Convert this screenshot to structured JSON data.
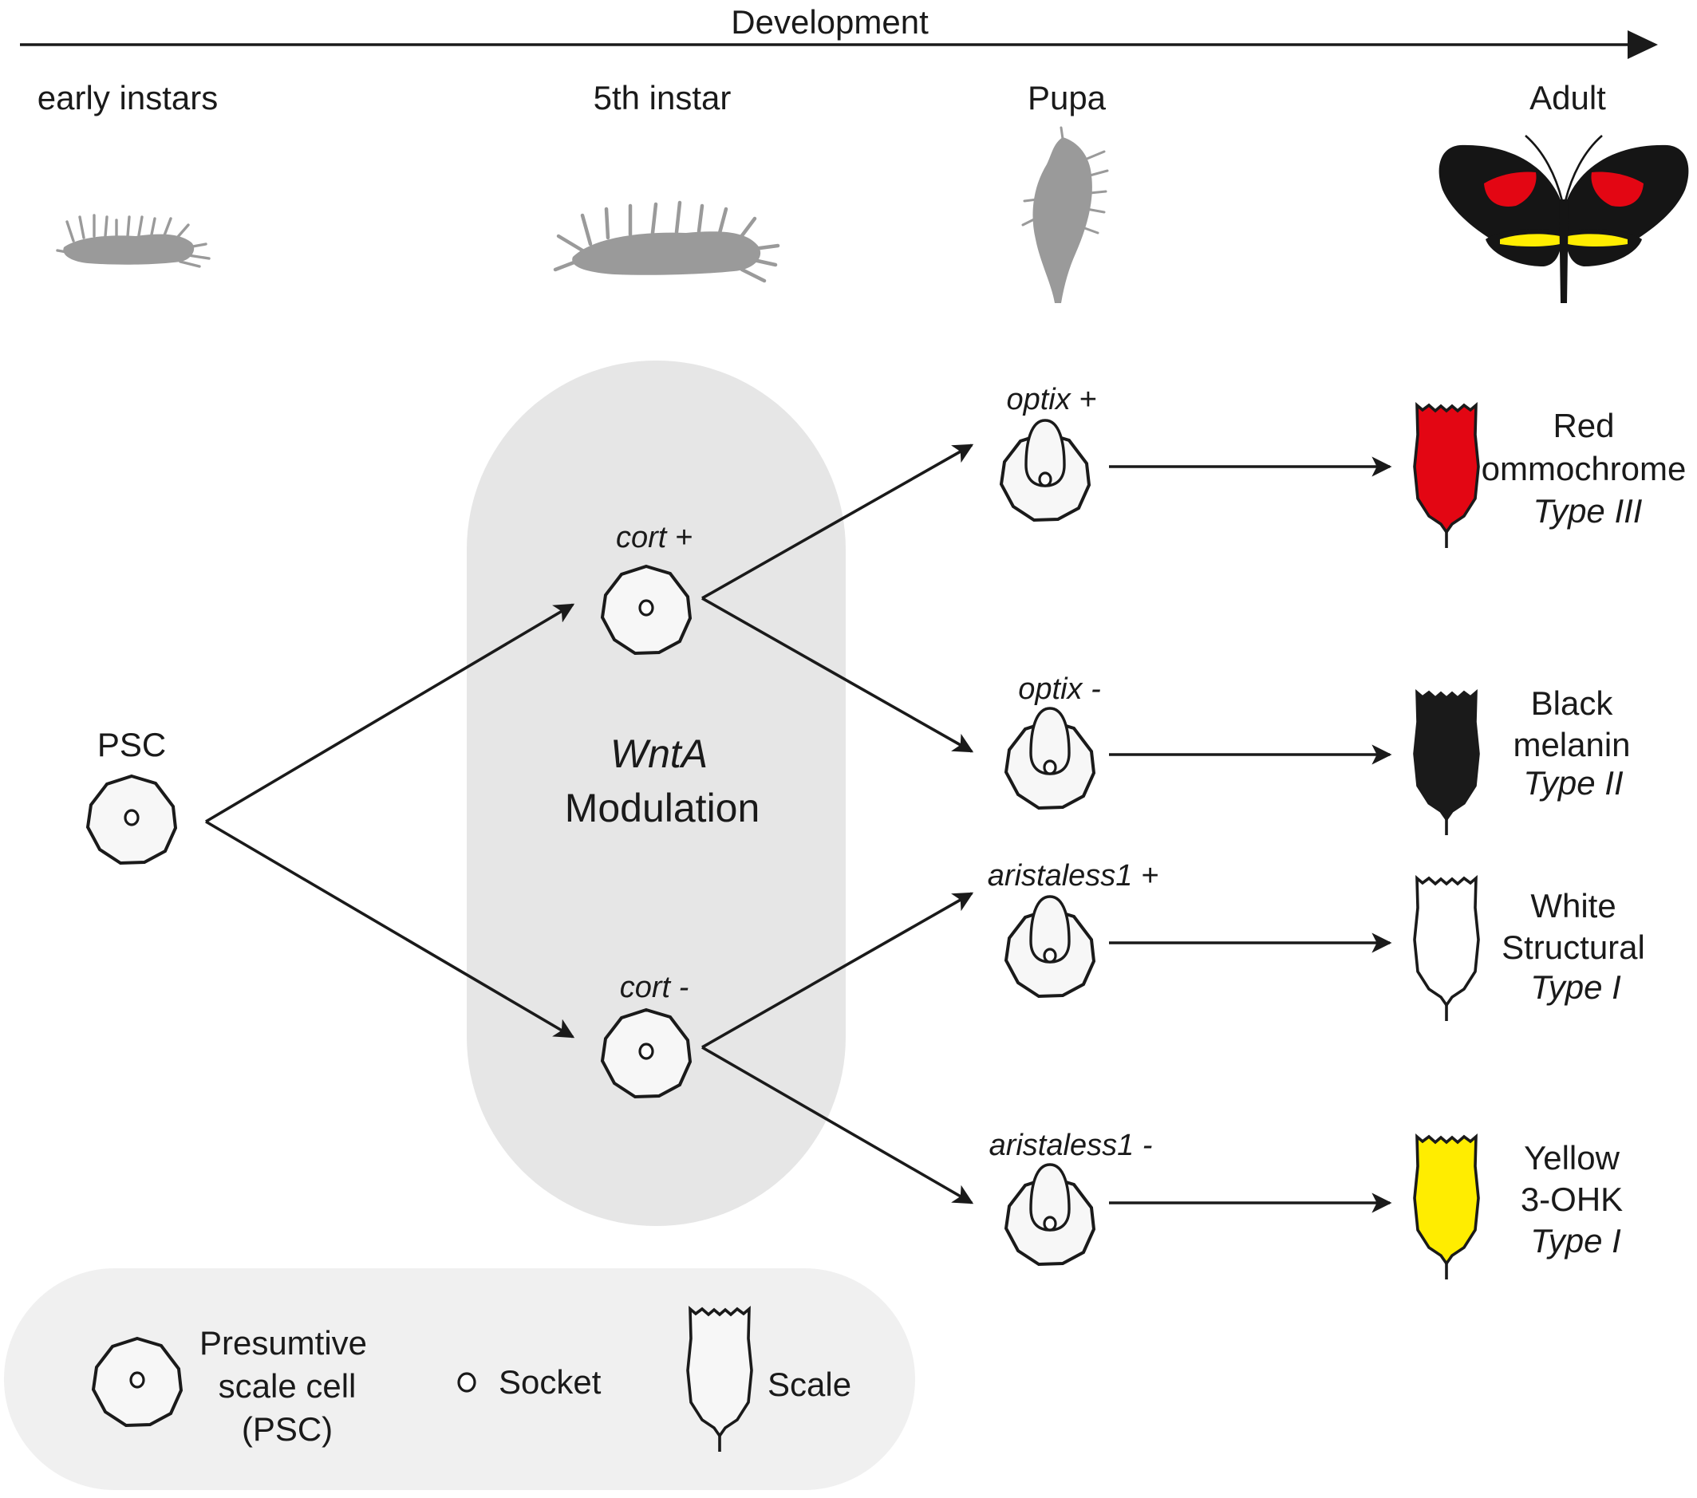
{
  "timeline": {
    "title": "Development",
    "stages": [
      "early instars",
      "5th instar",
      "Pupa",
      "Adult"
    ]
  },
  "modulation": {
    "gene": "WntA",
    "label": "Modulation"
  },
  "psc_label": "PSC",
  "nodes": {
    "cort_plus": "cort +",
    "cort_minus": "cort -",
    "optix_plus": "optix +",
    "optix_minus": "optix -",
    "aristaless_plus": "aristaless1 +",
    "aristaless_minus": "aristaless1 -"
  },
  "outcomes": [
    {
      "line1": "Red",
      "line2": "ommochrome",
      "type": "Type III",
      "color": "#e30613"
    },
    {
      "line1": "Black",
      "line2": "melanin",
      "type": "Type II",
      "color": "#1a1a1a"
    },
    {
      "line1": "White",
      "line2": "Structural",
      "type": "Type I",
      "color": "#ffffff"
    },
    {
      "line1": "Yellow",
      "line2": "3-OHK",
      "type": "Type I",
      "color": "#ffed00"
    }
  ],
  "legend": {
    "psc_line1": "Presumtive",
    "psc_line2": "scale cell",
    "psc_line3": "(PSC)",
    "socket": "Socket",
    "scale": "Scale"
  },
  "colors": {
    "modulation_bg": "#e6e6e6",
    "legend_bg": "#f0f0f0",
    "silhouette": "#9a9a9a",
    "butterfly_black": "#151515",
    "butterfly_red": "#e30613",
    "butterfly_yellow": "#ffed00"
  }
}
